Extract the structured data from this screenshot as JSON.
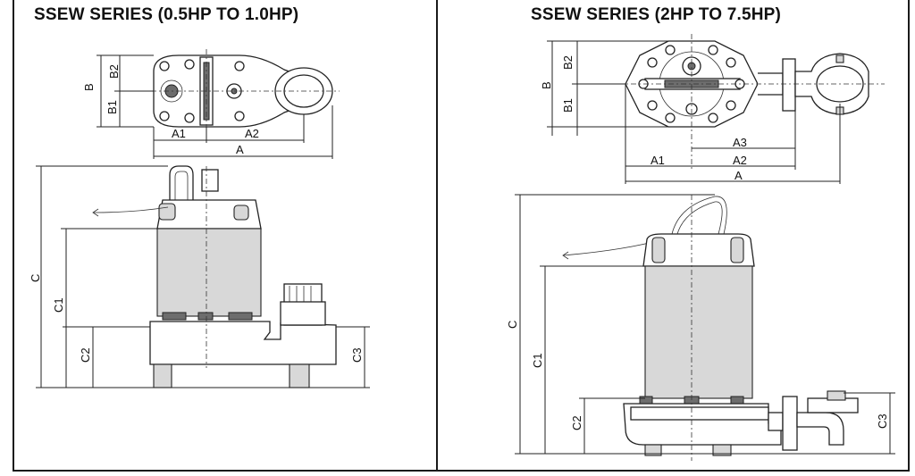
{
  "left_panel": {
    "title": "SSEW SERIES (0.5HP TO 1.0HP)",
    "top_view_labels": {
      "b": "B",
      "b1": "B1",
      "b2": "B2",
      "a1": "A1",
      "a2": "A2",
      "a": "A"
    },
    "side_view_labels": {
      "c": "C",
      "c1": "C1",
      "c2": "C2",
      "c3": "C3"
    }
  },
  "right_panel": {
    "title": "SSEW SERIES (2HP TO 7.5HP)",
    "top_view_labels": {
      "b": "B",
      "b1": "B1",
      "b2": "B2",
      "a1": "A1",
      "a2": "A2",
      "a3": "A3",
      "a": "A"
    },
    "side_view_labels": {
      "c": "C",
      "c1": "C1",
      "c2": "C2",
      "c3": "C3"
    }
  },
  "colors": {
    "line": "#222222",
    "shade": "#d8d8d8",
    "dark": "#6d6d6d",
    "background": "#ffffff"
  }
}
